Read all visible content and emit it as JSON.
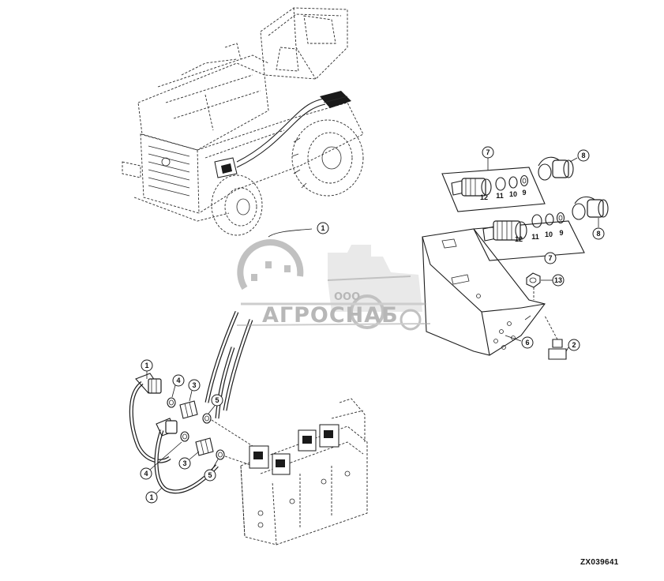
{
  "drawing_ref": "ZX039641",
  "watermark": {
    "company_form": "ООО",
    "company_name": "АГРОСНАБ",
    "color": "#9a9a9a"
  },
  "callouts": [
    {
      "id": "c1a",
      "label": "1"
    },
    {
      "id": "c1b",
      "label": "1"
    },
    {
      "id": "c1c",
      "label": "1"
    },
    {
      "id": "c2",
      "label": "2"
    },
    {
      "id": "c3a",
      "label": "3"
    },
    {
      "id": "c3b",
      "label": "3"
    },
    {
      "id": "c4a",
      "label": "4"
    },
    {
      "id": "c4b",
      "label": "4"
    },
    {
      "id": "c5a",
      "label": "5"
    },
    {
      "id": "c5b",
      "label": "5"
    },
    {
      "id": "c6",
      "label": "6"
    },
    {
      "id": "c7a",
      "label": "7"
    },
    {
      "id": "c7b",
      "label": "7"
    },
    {
      "id": "c8a",
      "label": "8"
    },
    {
      "id": "c8b",
      "label": "8"
    },
    {
      "id": "c9a",
      "label": "9"
    },
    {
      "id": "c9b",
      "label": "9"
    },
    {
      "id": "c10a",
      "label": "10"
    },
    {
      "id": "c10b",
      "label": "10"
    },
    {
      "id": "c11a",
      "label": "11"
    },
    {
      "id": "c11b",
      "label": "11"
    },
    {
      "id": "c12a",
      "label": "12"
    },
    {
      "id": "c12b",
      "label": "12"
    },
    {
      "id": "c13",
      "label": "13"
    }
  ]
}
